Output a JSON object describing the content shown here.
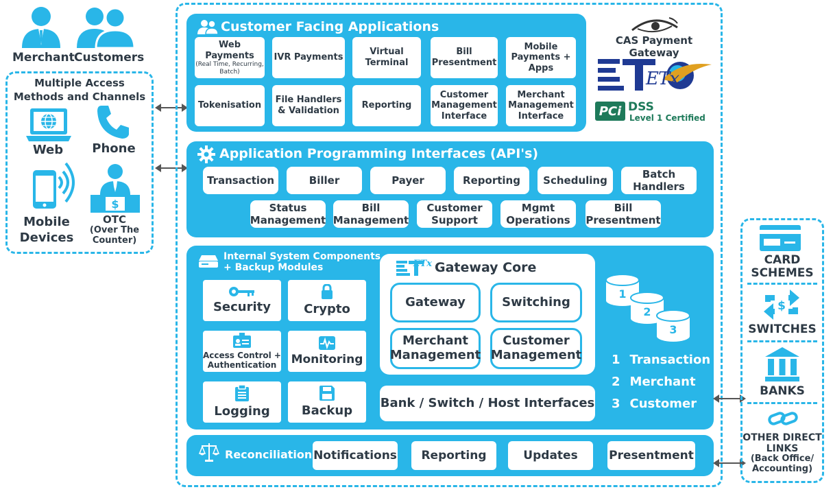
{
  "left": {
    "merchant": "Merchant",
    "customers": "Customers",
    "access_title": "Multiple Access Methods and Channels",
    "web": "Web",
    "phone": "Phone",
    "mobile": "Mobile Devices",
    "otc": "OTC",
    "otc_sub": "(Over The Counter)"
  },
  "cfa": {
    "title": "Customer Facing Applications",
    "cards": [
      {
        "label": "Web Payments",
        "sub": "(Real Time, Recurring, Batch)"
      },
      {
        "label": "IVR Payments"
      },
      {
        "label": "Virtual Terminal"
      },
      {
        "label": "Bill Presentment"
      },
      {
        "label": "Mobile Payments + Apps"
      },
      {
        "label": "Tokenisation"
      },
      {
        "label": "File Handlers & Validation"
      },
      {
        "label": "Reporting"
      },
      {
        "label": "Customer Management Interface"
      },
      {
        "label": "Merchant Management Interface"
      }
    ]
  },
  "brand": {
    "gateway_label": "CAS Payment Gateway",
    "etx": "ETx",
    "pci": "PCi",
    "dss": "DSS",
    "certified": "Level 1 Certified"
  },
  "api": {
    "title": "Application Programming Interfaces (API's)",
    "row1": [
      "Transaction",
      "Biller",
      "Payer",
      "Reporting",
      "Scheduling",
      "Batch Handlers"
    ],
    "row2": [
      "Status Management",
      "Bill Management",
      "Customer Support",
      "Mgmt Operations",
      "Bill Presentment"
    ]
  },
  "internal": {
    "title": "Internal System Components + Backup Modules",
    "items": [
      "Security",
      "Crypto",
      "Access Control + Authentication",
      "Monitoring",
      "Logging",
      "Backup"
    ]
  },
  "core": {
    "title": "Gateway Core",
    "logo": "ETx",
    "items": [
      "Gateway",
      "Switching",
      "Merchant Management",
      "Customer Management"
    ],
    "interfaces": "Bank / Switch / Host Interfaces"
  },
  "db_legend": [
    {
      "num": "1",
      "label": "Transaction"
    },
    {
      "num": "2",
      "label": "Merchant"
    },
    {
      "num": "3",
      "label": "Customer"
    }
  ],
  "recon": {
    "title": "Reconciliation",
    "items": [
      "Notifications",
      "Reporting",
      "Updates",
      "Presentment"
    ]
  },
  "right": {
    "card_schemes": "CARD SCHEMES",
    "switches": "SWITCHES",
    "banks": "BANKS",
    "other": "OTHER DIRECT LINKS",
    "other_sub": "(Back Office/ Accounting)"
  },
  "colors": {
    "accent": "#29b6e8",
    "text": "#2e3a45",
    "navy": "#1f3a93"
  }
}
